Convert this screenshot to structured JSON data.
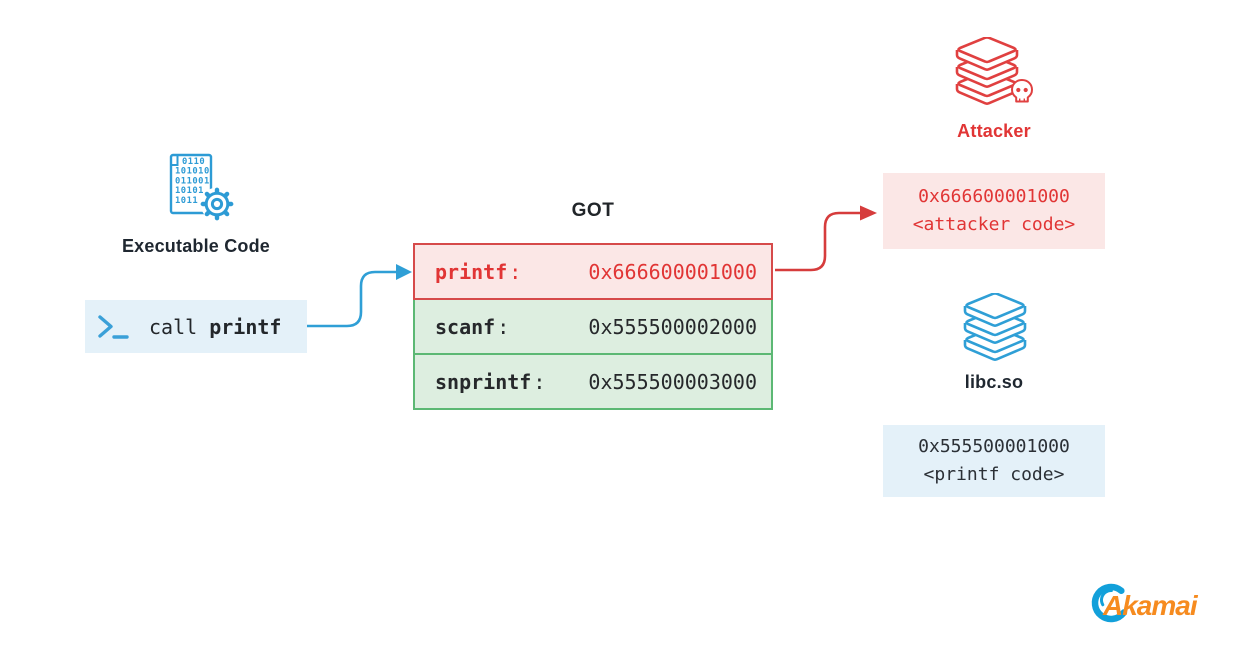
{
  "diagram": {
    "executable": {
      "label": "Executable Code",
      "icon": "binary-document-gear-icon",
      "icon_lines": [
        "0110",
        "101010",
        "011001",
        "10101",
        "1011"
      ]
    },
    "call_box": {
      "prompt_icon": "terminal-prompt-icon",
      "text_regular": "call ",
      "text_bold": "printf"
    },
    "got": {
      "title": "GOT",
      "colon": ":",
      "rows": [
        {
          "name": "printf",
          "address": "0x666600001000",
          "state": "hijacked"
        },
        {
          "name": "scanf",
          "address": "0x555500002000",
          "state": "normal"
        },
        {
          "name": "snprintf",
          "address": "0x555500003000",
          "state": "normal"
        }
      ]
    },
    "attacker": {
      "label": "Attacker",
      "icon": "books-stack-skull-icon",
      "box_line1": "0x666600001000",
      "box_line2": "<attacker code>"
    },
    "libc": {
      "label": "libc.so",
      "icon": "books-stack-icon",
      "box_line1": "0x555500001000",
      "box_line2": "<printf code>"
    },
    "logo": {
      "text": "Akamai"
    },
    "colors": {
      "blue": "#2f9fd6",
      "light_blue_bg": "#e4f1f9",
      "red": "#e13535",
      "red_border": "#d64a4a",
      "pink_bg": "#fbe7e6",
      "green_border": "#5cb874",
      "green_bg": "#ddeee0",
      "dark_text": "#23272b",
      "logo_orange": "#f68b1f",
      "logo_blue": "#12a0da"
    }
  }
}
